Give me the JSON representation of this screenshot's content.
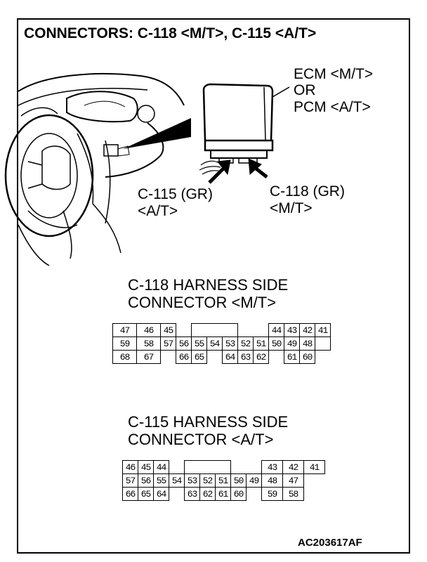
{
  "title": "CONNECTORS: C-118 <M/T>, C-115 <A/T>",
  "illustration": {
    "ecm_label": [
      "ECM <M/T>",
      "OR",
      "PCM <A/T>"
    ],
    "c115_label": [
      "C-115 (GR)",
      "<A/T>"
    ],
    "c118_label": [
      "C-118 (GR)",
      "<M/T>"
    ]
  },
  "connector_118": {
    "heading": [
      "C-118 HARNESS SIDE",
      "CONNECTOR <M/T>"
    ],
    "rows": [
      [
        "47",
        "46",
        "45",
        "",
        "",
        "",
        "",
        "",
        "",
        "44",
        "43",
        "42",
        "41"
      ],
      [
        "59",
        "58",
        "57",
        "56",
        "55",
        "54",
        "53",
        "52",
        "51",
        "50",
        "49",
        "48",
        ""
      ],
      [
        "68",
        "67",
        "",
        "66",
        "65",
        "",
        "64",
        "63",
        "62",
        "",
        "61",
        "60",
        ""
      ]
    ]
  },
  "connector_115": {
    "heading": [
      "C-115 HARNESS SIDE",
      "CONNECTOR <A/T>"
    ],
    "rows": [
      [
        "46",
        "45",
        "44",
        "",
        "",
        "",
        "",
        "",
        "",
        "43",
        "42",
        "41",
        ""
      ],
      [
        "57",
        "56",
        "55",
        "54",
        "53",
        "52",
        "51",
        "50",
        "49",
        "48",
        "47",
        "",
        ""
      ],
      [
        "66",
        "65",
        "64",
        "",
        "63",
        "62",
        "61",
        "60",
        "",
        "59",
        "58",
        "",
        ""
      ]
    ]
  },
  "figure_code": "AC203617AF"
}
